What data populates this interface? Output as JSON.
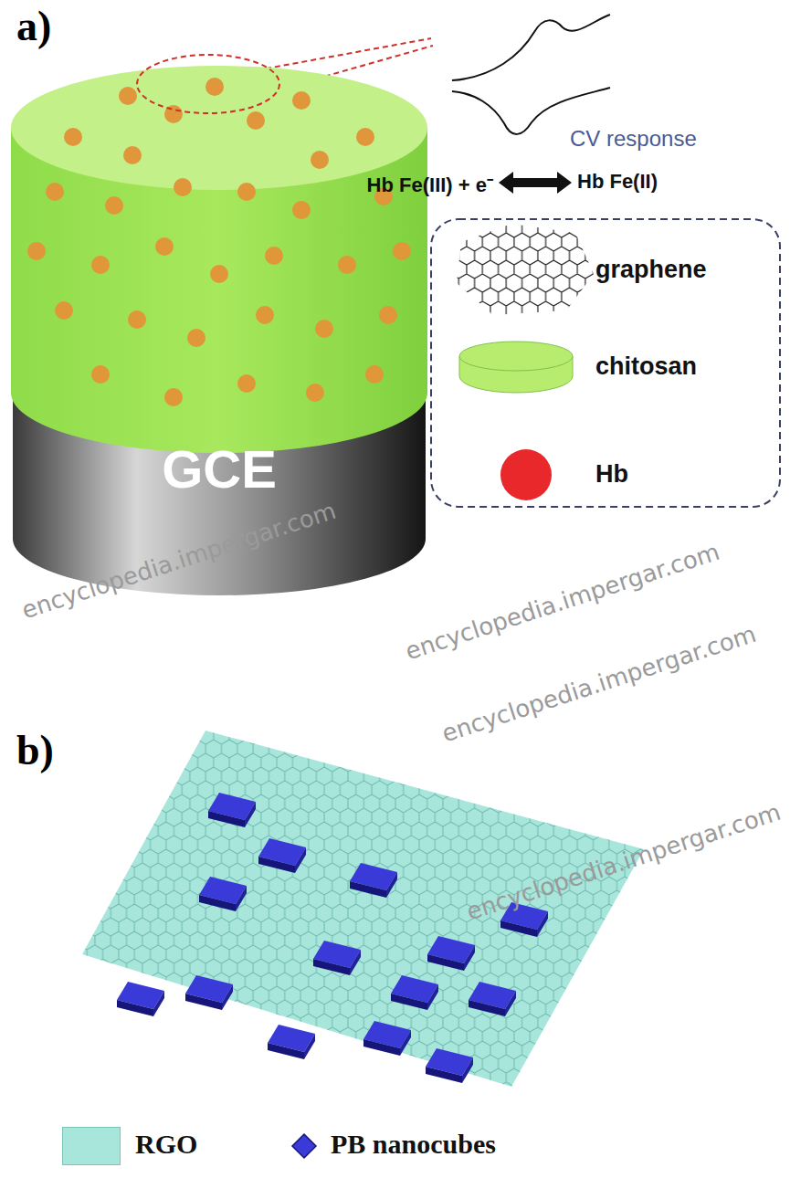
{
  "diagram": {
    "nodes": [
      {
        "text": [
          "GCE"
        ]
      }
    ],
    "labels": [
      "a)",
      "CV response",
      "Hb Fe(III) + e⁻",
      "Hb Fe(II)",
      "b)",
      "encyclopedia.impergar.com",
      "encyclopedia.impergar.com",
      "encyclopedia.impergar.com",
      "encyclopedia.impergar.com"
    ],
    "legend": [
      {
        "text": "graphene"
      },
      {
        "text": "chitosan",
        "color": "#b8ec6e"
      },
      {
        "text": "Hb",
        "color": "#e8282b"
      },
      {
        "text": "RGO",
        "color": "#a8e6dc"
      },
      {
        "text": "PB nanocubes"
      }
    ]
  }
}
